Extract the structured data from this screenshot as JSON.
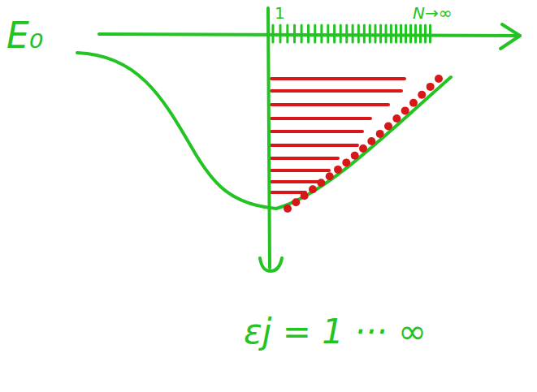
{
  "diagram": {
    "labels": [
      "E₀",
      "1",
      "N→∞",
      "εj = 1 ··· ∞"
    ]
  }
}
